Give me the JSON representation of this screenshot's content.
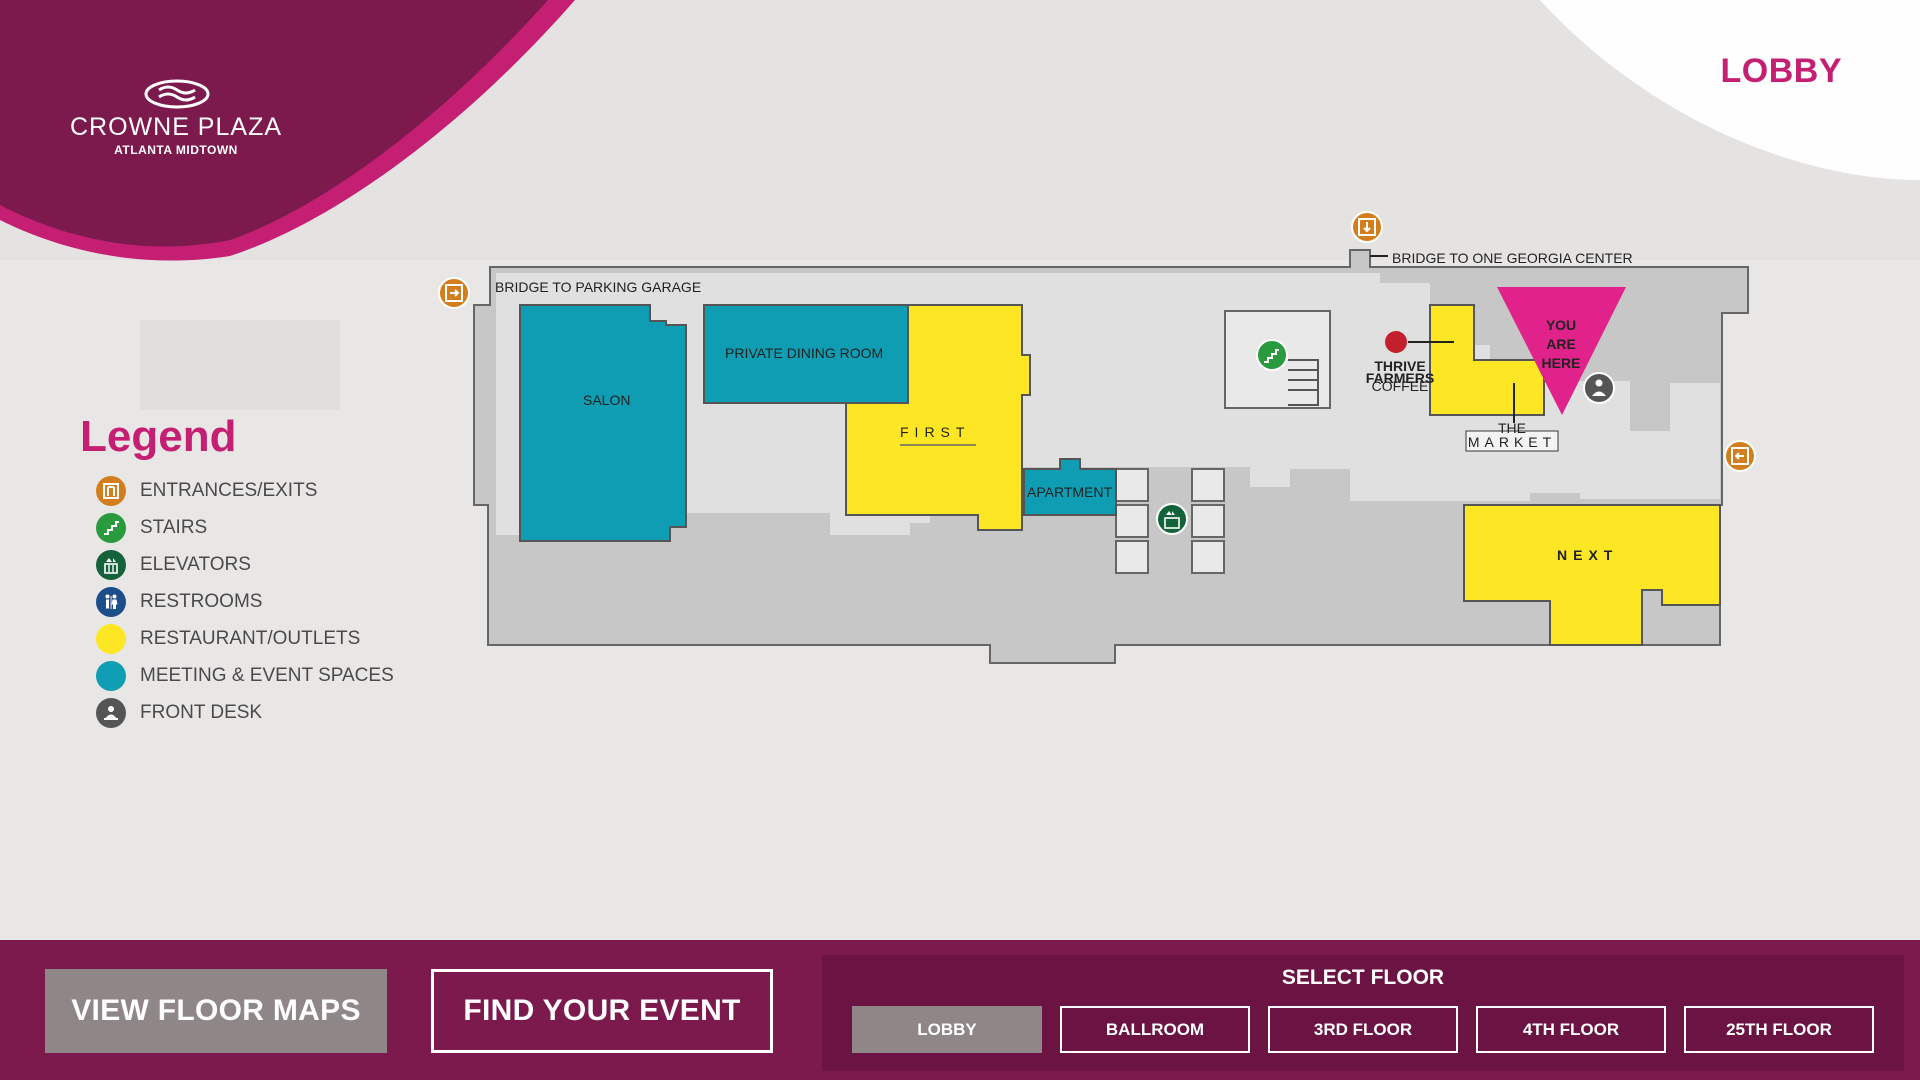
{
  "brand": {
    "name": "CROWNE PLAZA",
    "subtitle": "ATLANTA MIDTOWN",
    "logo_icon": "crowne-plaza-logo-icon"
  },
  "page_title": "LOBBY",
  "colors": {
    "brand_dark": "#7c1a4e",
    "brand_pink": "#c41f73",
    "meeting": "#0e9db3",
    "restaurant": "#fde724",
    "floor": "#c7c7c7",
    "entrance": "#d37e1d",
    "stairs": "#2a9a3e",
    "elevator": "#14623a",
    "restroom": "#1d4e8a",
    "front_desk": "#555555",
    "button_gray": "#8f8688"
  },
  "legend": {
    "title": "Legend",
    "items": [
      {
        "label": "ENTRANCES/EXITS",
        "color": "#d37e1d",
        "icon": "entrance-icon"
      },
      {
        "label": "STAIRS",
        "color": "#2a9a3e",
        "icon": "stairs-icon"
      },
      {
        "label": "ELEVATORS",
        "color": "#14623a",
        "icon": "elevator-icon"
      },
      {
        "label": "RESTROOMS",
        "color": "#1d4e8a",
        "icon": "restroom-icon"
      },
      {
        "label": "RESTAURANT/OUTLETS",
        "color": "#fde724",
        "icon": "restaurant-swatch-icon"
      },
      {
        "label": "MEETING  & EVENT SPACES",
        "color": "#0e9db3",
        "icon": "meeting-swatch-icon"
      },
      {
        "label": "FRONT DESK",
        "color": "#555555",
        "icon": "front-desk-icon"
      }
    ]
  },
  "map": {
    "bridge_parking": "BRIDGE TO PARKING GARAGE",
    "bridge_georgia": "BRIDGE TO ONE GEORGIA CENTER",
    "salon": "SALON",
    "private_dining": "PRIVATE DINING ROOM",
    "first": "FIRST",
    "apartment": "APARTMENT",
    "next": "NEXT",
    "you_are_here": [
      "YOU",
      "ARE",
      "HERE"
    ],
    "thrive": [
      "THRIVE",
      "FARMERS",
      "COFFEE"
    ],
    "market_the": "THE",
    "market": "MARKET"
  },
  "bottom": {
    "view_floor_maps": "VIEW FLOOR MAPS",
    "find_event": "FIND YOUR EVENT",
    "select_floor": "SELECT FLOOR",
    "floors": [
      "LOBBY",
      "BALLROOM",
      "3RD FLOOR",
      "4TH FLOOR",
      "25TH FLOOR"
    ],
    "active_floor": "LOBBY"
  }
}
